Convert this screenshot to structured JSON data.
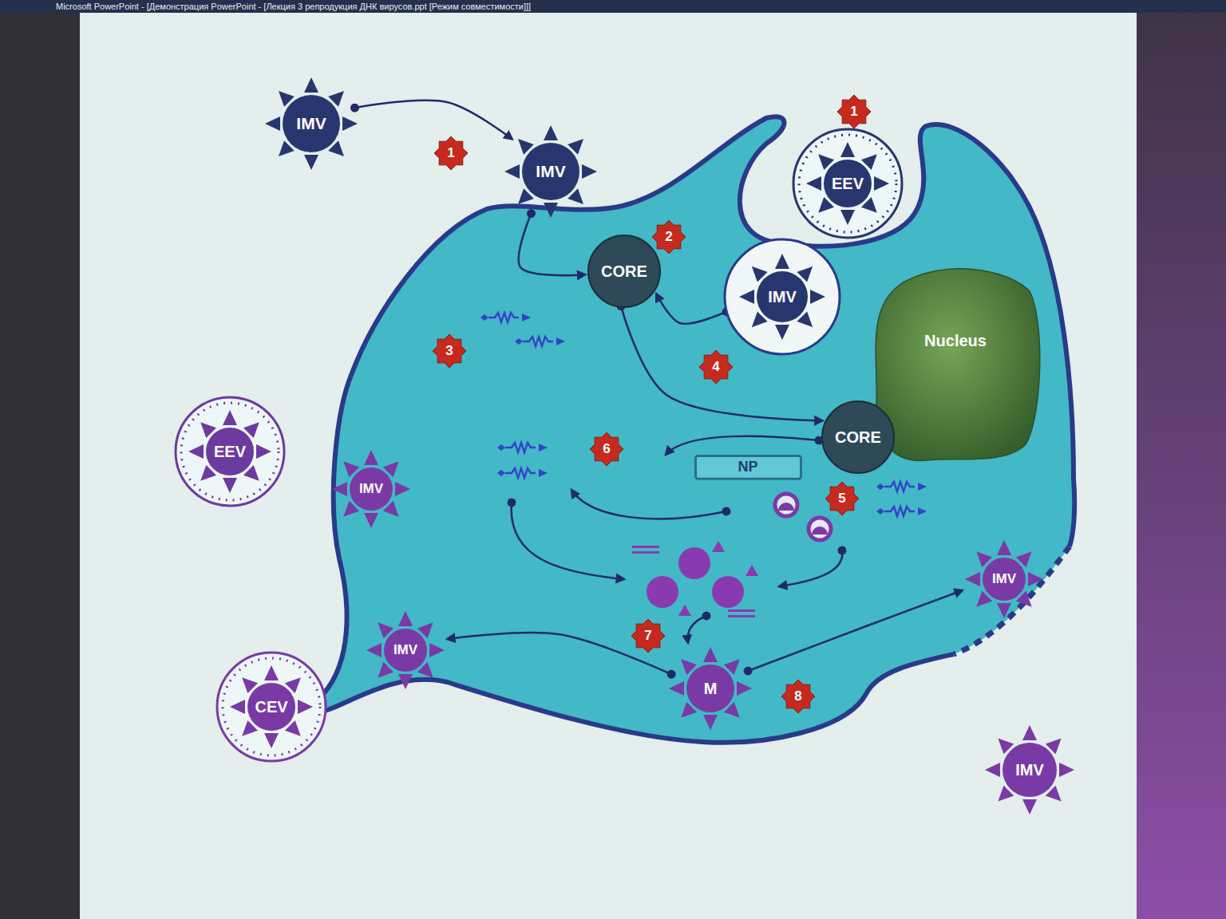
{
  "diagram": {
    "nodes": [
      {
        "text": [
          "IMV"
        ]
      },
      {
        "text": [
          "IMV"
        ]
      },
      {
        "text": [
          "EEV"
        ]
      },
      {
        "text": [
          "CORE"
        ]
      },
      {
        "text": [
          "IMV"
        ]
      },
      {
        "text": [
          "Nucleus"
        ]
      },
      {
        "text": [
          "CORE"
        ]
      },
      {
        "text": [
          "EEV"
        ]
      },
      {
        "text": [
          "NP"
        ]
      },
      {
        "text": [
          "IMV"
        ]
      },
      {
        "text": [
          "IMV"
        ]
      },
      {
        "text": [
          "IMV"
        ]
      },
      {
        "text": [
          "CEV"
        ]
      },
      {
        "text": [
          "M"
        ]
      },
      {
        "text": [
          "IMV"
        ]
      }
    ],
    "edges": [
      {
        "from": 0,
        "to": 1,
        "arrow": "to"
      },
      {
        "from": 1,
        "to": 3,
        "arrow": "to"
      },
      {
        "from": 4,
        "to": 3,
        "arrow": "to"
      },
      {
        "from": 3,
        "to": 6,
        "arrow": "to"
      },
      {
        "from": 13,
        "to": 11,
        "arrow": "to"
      },
      {
        "from": 13,
        "to": 10,
        "arrow": "to"
      }
    ],
    "labels": [
      "Microsoft PowerPoint - [Демонстрация PowerPoint - [Лекция 3 репродукция ДНК вирусов.ppt [Режим совместимости]]]",
      "1",
      "1",
      "2",
      "3",
      "4",
      "6",
      "5",
      "7",
      "8"
    ]
  }
}
